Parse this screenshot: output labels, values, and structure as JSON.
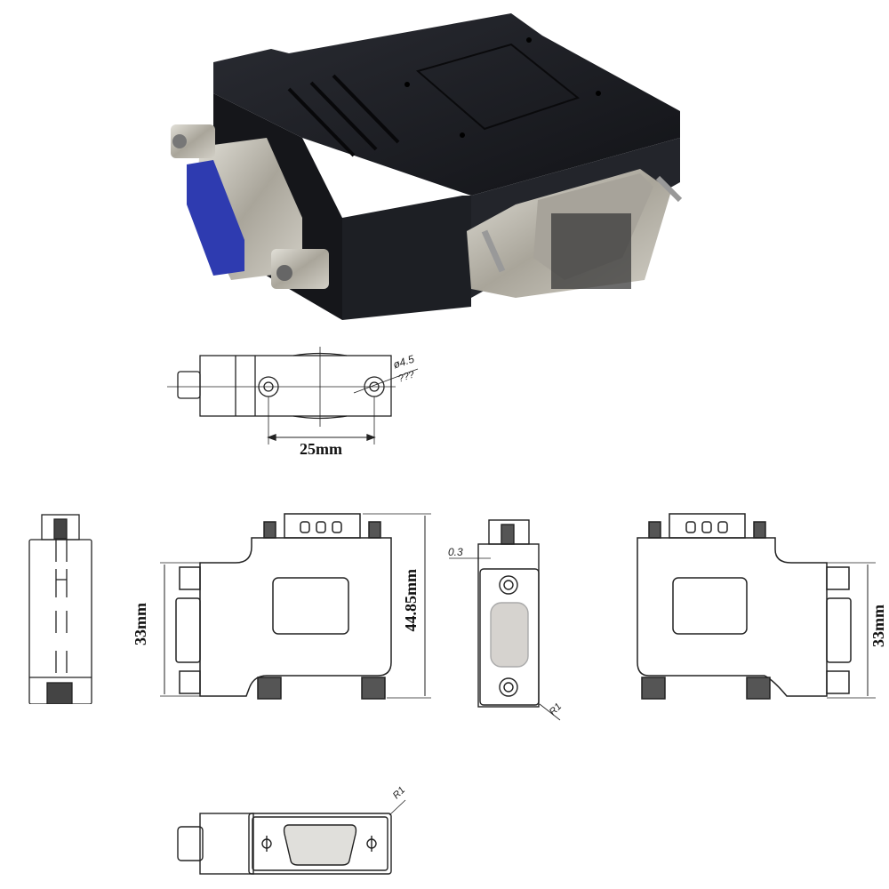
{
  "product": {
    "description": "VGA DB15 female to male right-angle adapter",
    "colors": {
      "body": "#1b1d22",
      "metal": "#b9b6ad",
      "blue_insert": "#2e3bb0",
      "line": "#222222"
    }
  },
  "top_view": {
    "hole_diameter_label": "ø4.5",
    "hole_note_label": "???",
    "hole_spacing_label": "25mm"
  },
  "front_view": {
    "height_label": "33mm",
    "total_height_label": "44.85mm"
  },
  "end_view": {
    "wall_label": "0.3",
    "radius_label": "R1"
  },
  "back_view": {
    "height_label": "33mm"
  },
  "bottom_view": {
    "radius_label": "R1"
  }
}
